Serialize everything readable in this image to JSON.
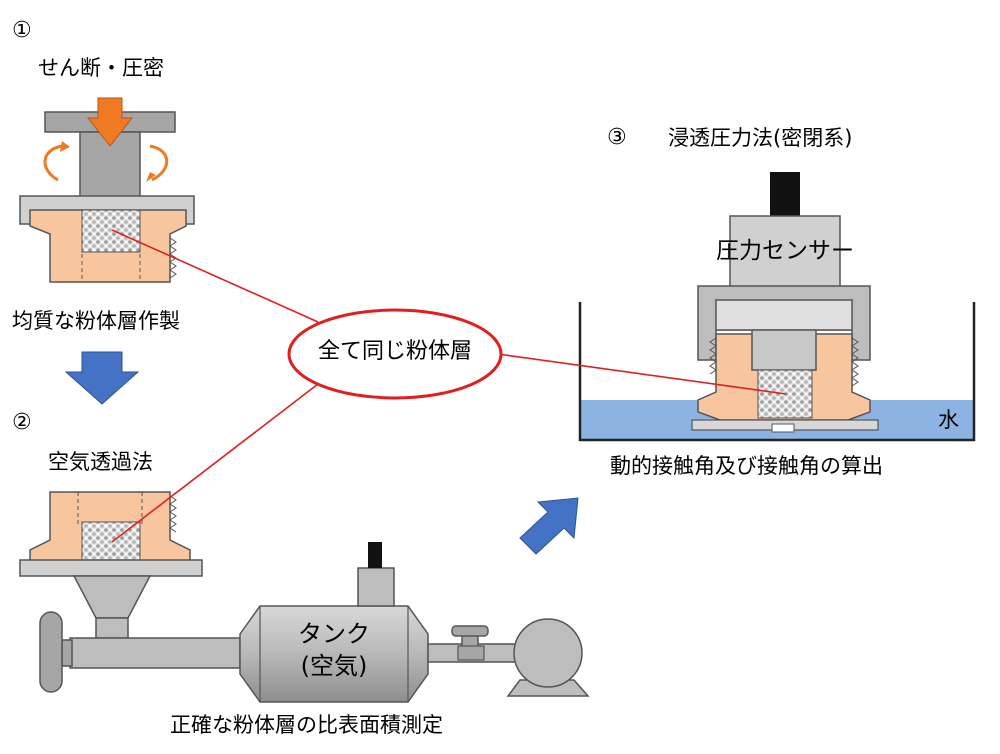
{
  "step1": {
    "number": "①",
    "title": "せん断・圧密",
    "caption": "均質な粉体層作製"
  },
  "step2": {
    "number": "②",
    "title": "空気透過法",
    "caption": "正確な粉体層の比表面積測定",
    "tank_line1": "タンク",
    "tank_line2": "(空気)"
  },
  "step3": {
    "number": "③",
    "title": "浸透圧力法(密閉系)",
    "sensor_label": "圧力センサー",
    "water_label": "水",
    "caption": "動的接触角及び接触角の算出"
  },
  "center_callout": "全て同じ粉体層",
  "colors": {
    "powder_cell": "#f7c69f",
    "metal": "#c0c0c0",
    "metal_dark": "#8c8c8c",
    "water": "#8db3e2",
    "arrow_orange": "#f07a22",
    "arrow_blue": "#4472c4",
    "callout_red": "#e02020"
  }
}
